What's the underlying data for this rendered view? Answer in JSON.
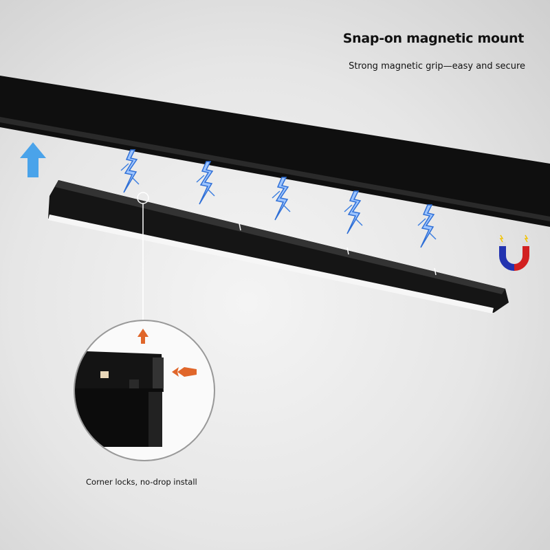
{
  "header": {
    "title": "Snap-on magnetic mount",
    "subtitle": "Strong magnetic grip—easy and secure"
  },
  "inset": {
    "caption": "Corner locks, no-drop install"
  },
  "icons": {
    "lift": "up-arrow-icon",
    "magnet": "magnet-icon",
    "bolt": "lightning-icon"
  },
  "colors": {
    "track": "#0d0d0d",
    "bolt": "#3d7fe0",
    "lift_arrow": "#4aa3ea",
    "inset_arrow": "#e0662a",
    "magnet_north": "#d22020",
    "magnet_south": "#2233b0"
  }
}
